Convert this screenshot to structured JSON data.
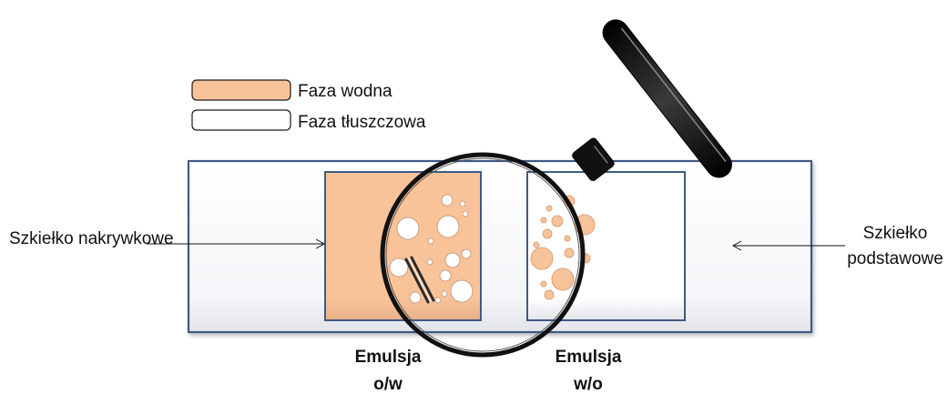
{
  "legend": {
    "water_phase_label": "Faza wodna",
    "oil_phase_label": "Faza tłuszczowa"
  },
  "labels": {
    "cover_slip": "Szkiełko nakrywkowe",
    "base_slide_line1": "Szkiełko",
    "base_slide_line2": "podstawowe"
  },
  "captions": {
    "ow_line1": "Emulsja",
    "ow_line2": "o/w",
    "wo_line1": "Emulsja",
    "wo_line2": "w/o"
  },
  "colors": {
    "water_phase": "#f9c39a",
    "oil_phase": "#ffffff",
    "slide_border": "#3f5a85",
    "magnifier": "#111111"
  },
  "icons": {
    "magnifier": "magnifying-glass-icon",
    "pointer": "arrow-left-icon"
  }
}
